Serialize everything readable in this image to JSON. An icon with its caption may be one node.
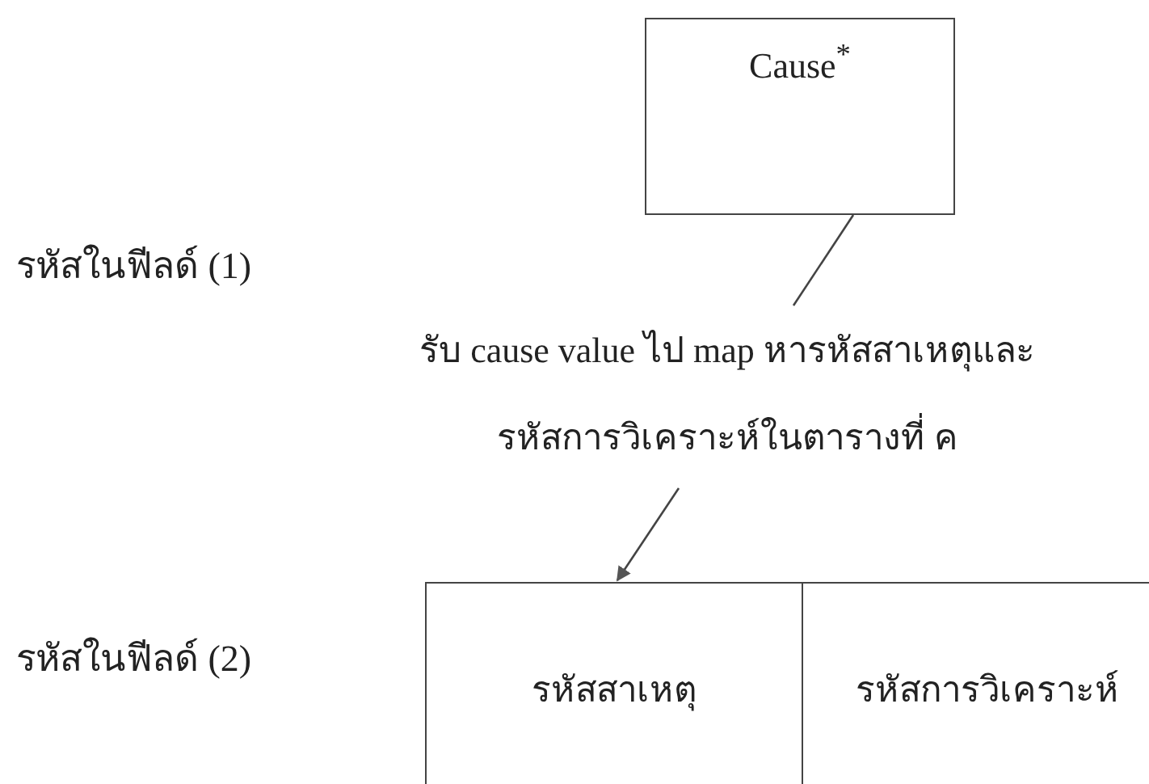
{
  "diagram": {
    "nodes": [
      {
        "text": [
          "Cause$^{*}$"
        ]
      },
      {
        "text": [
          "รับ cause value ไป map หารหัสสาเหตุและรหัสการวิเคราะห์ในตารางที่ ค"
        ]
      },
      {
        "text": [
          "รหัสสาเหตุ"
        ]
      },
      {
        "text": [
          "รหัสการวิเคราะห์"
        ]
      }
    ],
    "edges": [
      {
        "from": 0,
        "to": 1,
        "arrow": "none"
      },
      {
        "from": 1,
        "to": 2,
        "arrow": "to"
      }
    ],
    "labels": [
      "รหัสในฟีลด์ (1)",
      "รหัสในฟีลด์ (2)"
    ]
  }
}
